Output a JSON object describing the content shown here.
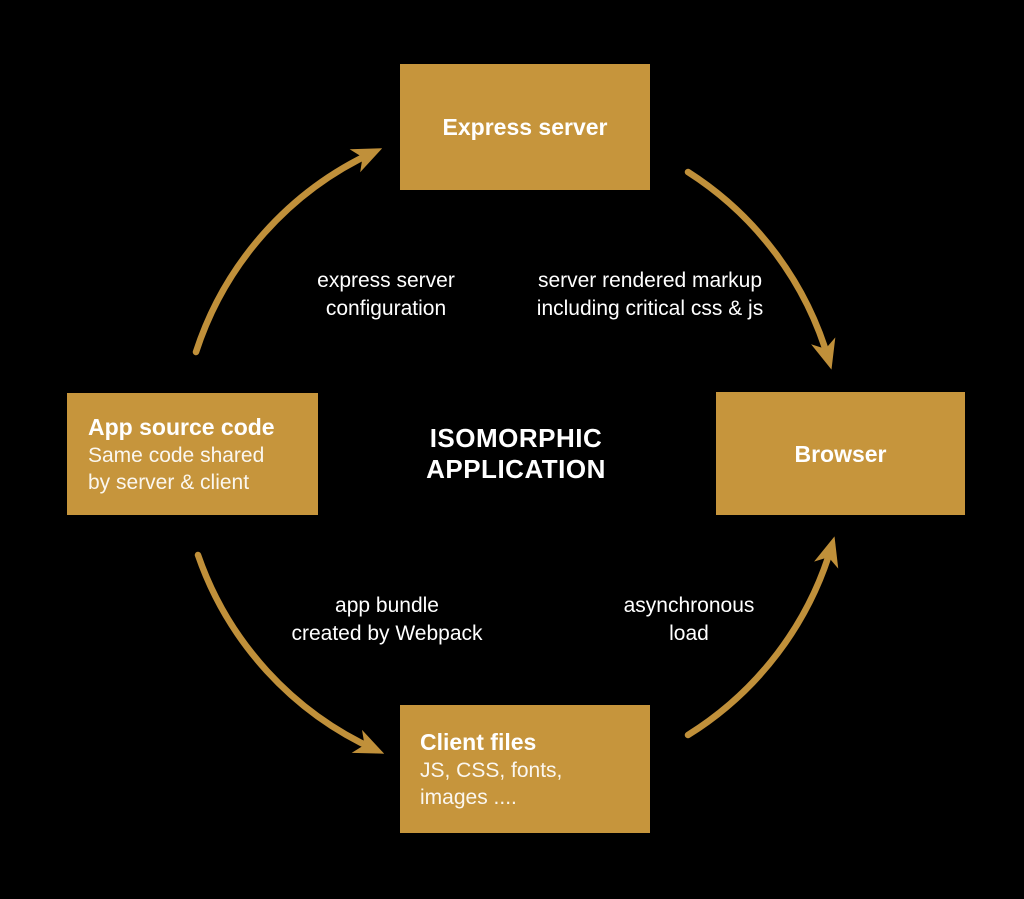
{
  "colors": {
    "background": "#000000",
    "box_gold": "#C6953C",
    "arrow_gold": "#C0903A",
    "text_white": "#FFFFFF"
  },
  "center_title": {
    "line1": "ISOMORPHIC",
    "line2": "APPLICATION"
  },
  "nodes": {
    "express_server": {
      "title": "Express server"
    },
    "browser": {
      "title": "Browser"
    },
    "app_source_code": {
      "title": "App source code",
      "subtitle_line1": "Same code shared",
      "subtitle_line2": "by server & client"
    },
    "client_files": {
      "title": "Client files",
      "subtitle_line1": "JS, CSS, fonts,",
      "subtitle_line2": "images ...."
    }
  },
  "flow_labels": {
    "express_config": {
      "line1": "express server",
      "line2": "configuration"
    },
    "server_rendered": {
      "line1": "server rendered markup",
      "line2": "including critical css & js"
    },
    "app_bundle": {
      "line1": "app bundle",
      "line2": "created by Webpack"
    },
    "async_load": {
      "line1": "asynchronous",
      "line2": "load"
    }
  }
}
